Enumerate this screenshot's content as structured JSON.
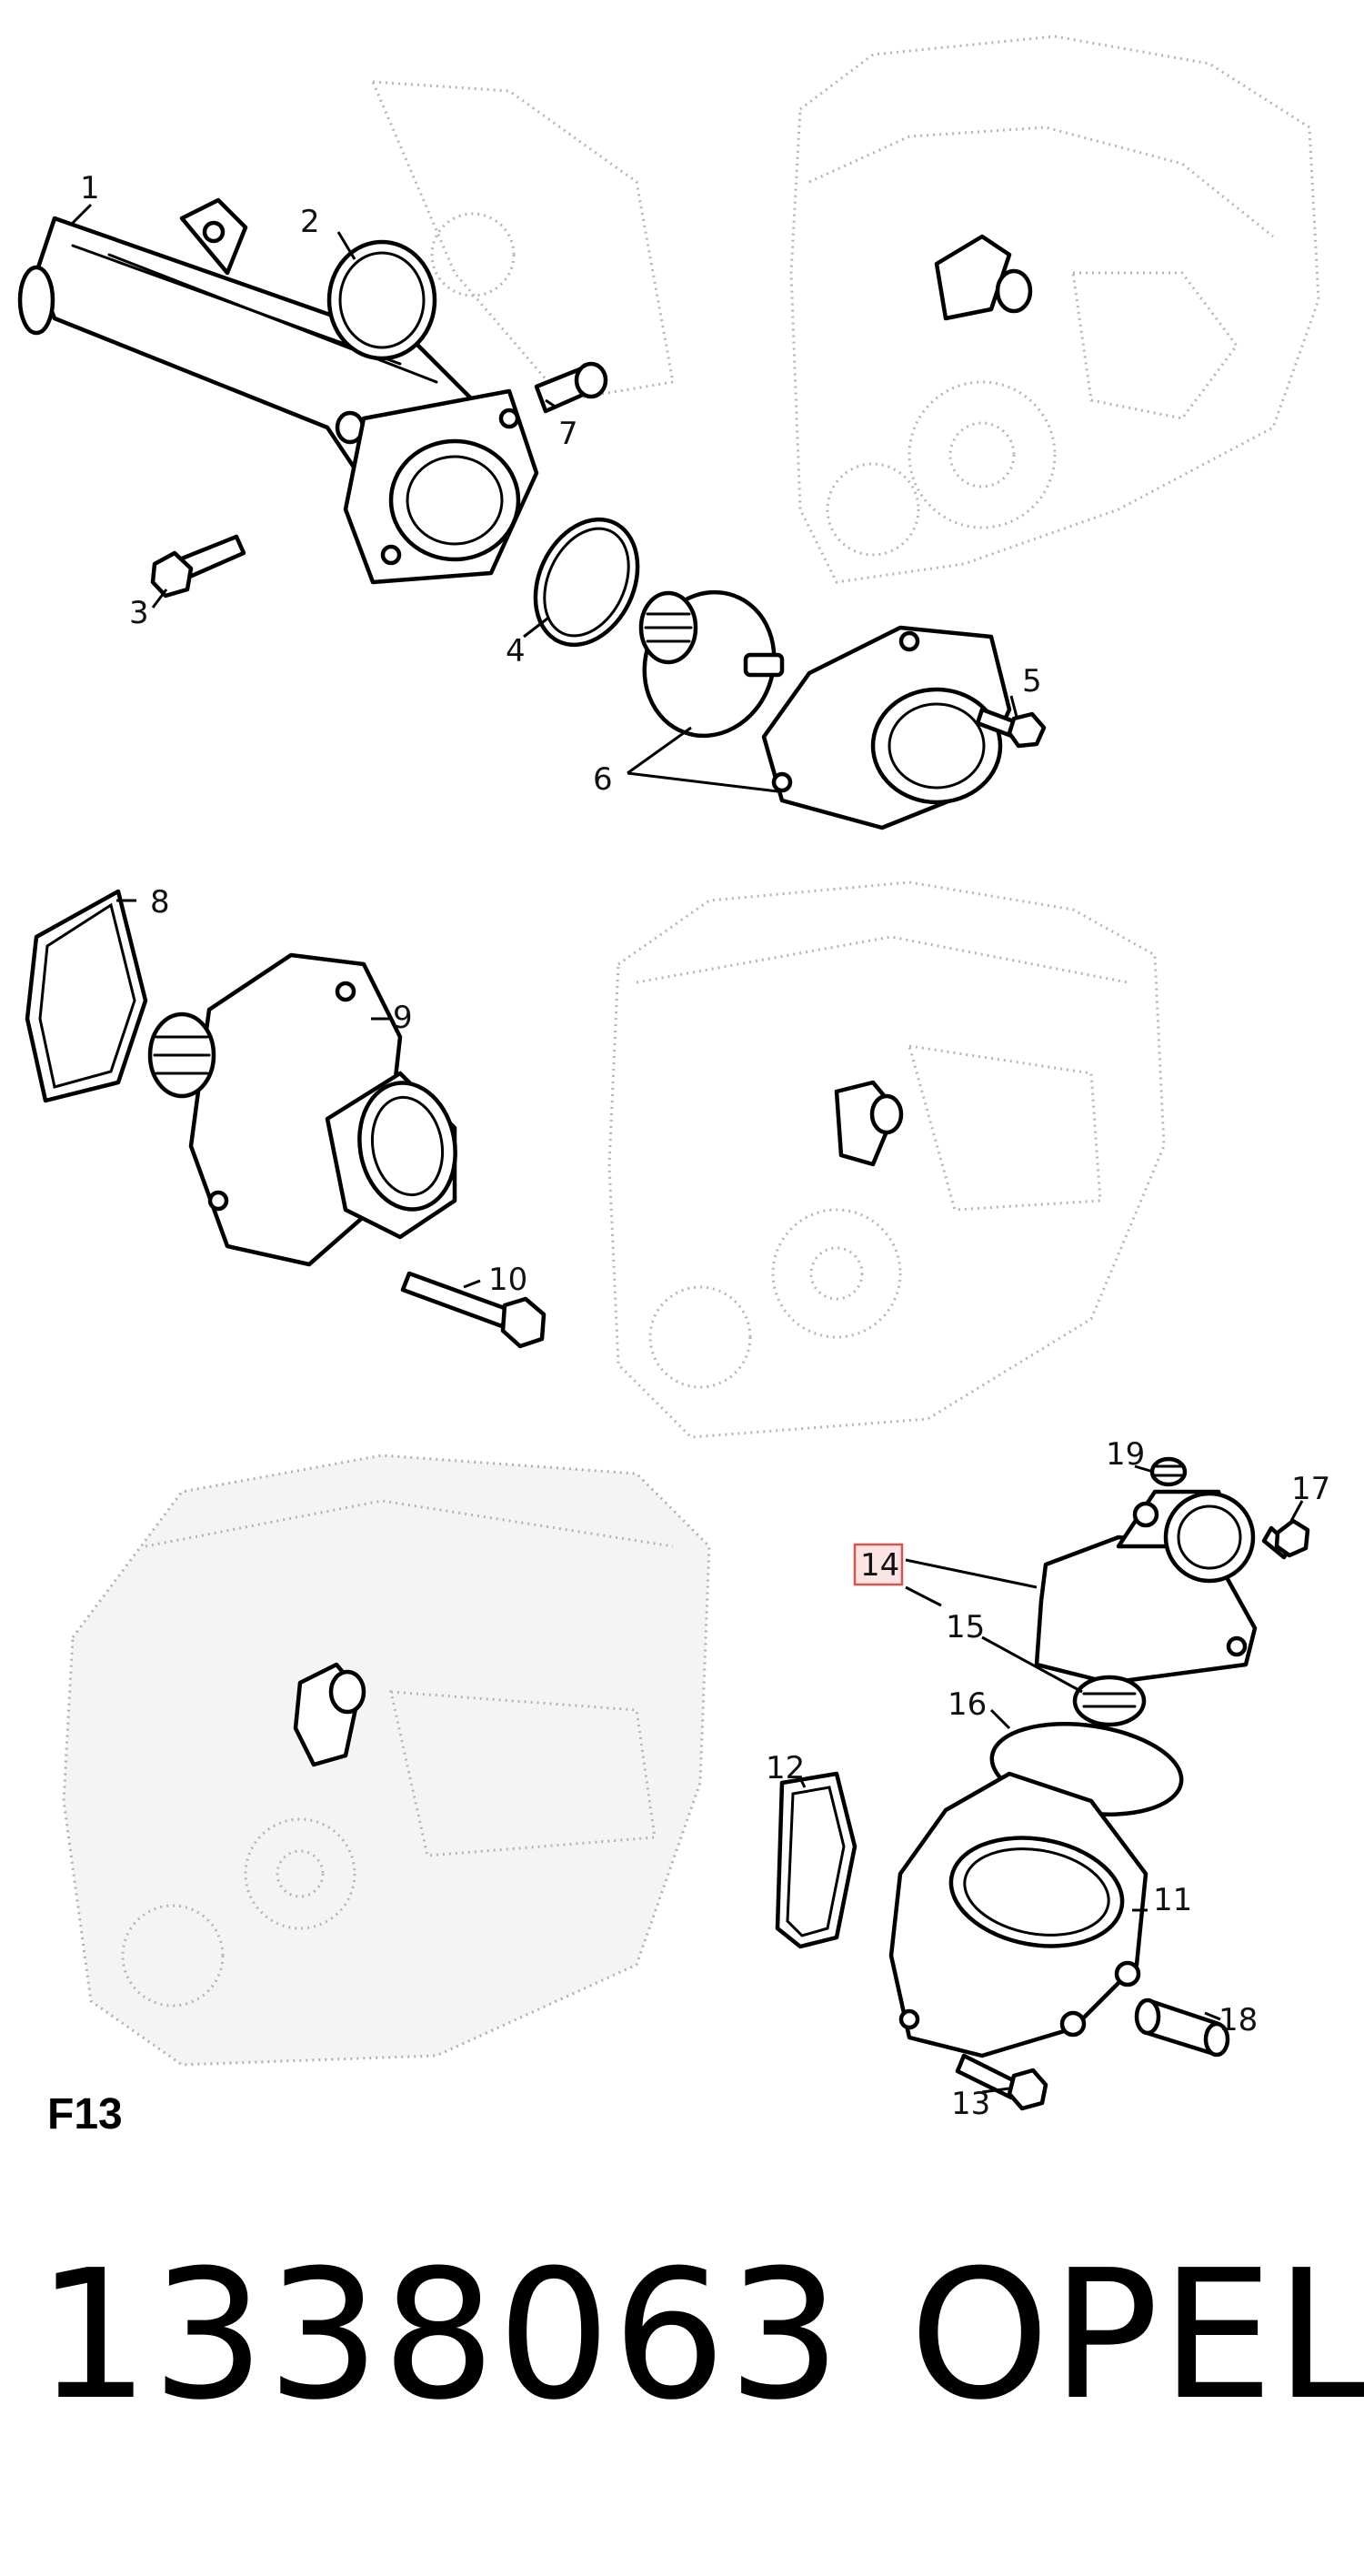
{
  "figure_label": "F13",
  "part_number": "1338063",
  "brand": "OPEL",
  "highlighted_callout": "14",
  "callouts": {
    "c1": "1",
    "c2": "2",
    "c3": "3",
    "c4": "4",
    "c5": "5",
    "c6": "6",
    "c7": "7",
    "c8": "8",
    "c9": "9",
    "c10": "10",
    "c11": "11",
    "c12": "12",
    "c13": "13",
    "c14": "14",
    "c15": "15",
    "c16": "16",
    "c17": "17",
    "c18": "18",
    "c19": "19"
  },
  "colors": {
    "highlight_fill": "#fce4e4",
    "highlight_stroke": "#d9534f"
  }
}
